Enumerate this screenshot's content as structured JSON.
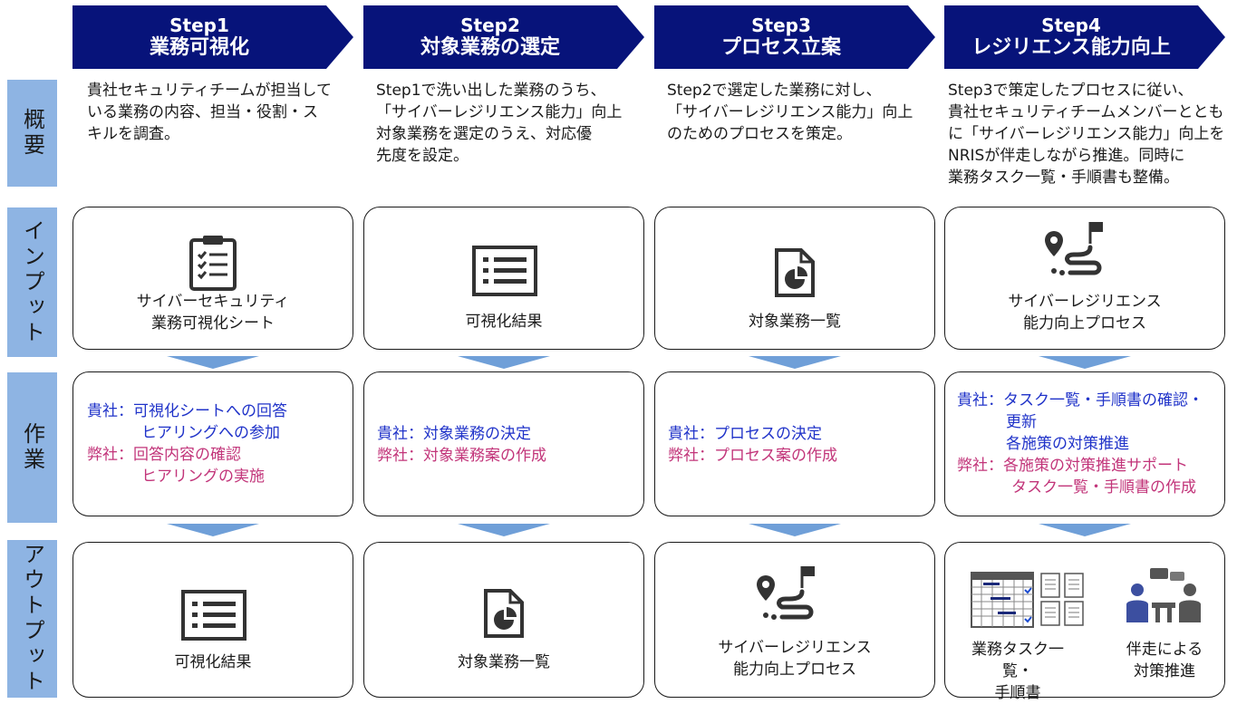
{
  "row_labels": [
    "概要",
    "インプット",
    "作業",
    "アウトプット"
  ],
  "steps": [
    {
      "num": "Step1",
      "name": "業務可視化",
      "overview": [
        "貴社セキュリティチームが担当して",
        "いる業務の内容、担当・役割・ス",
        "キルを調査。"
      ],
      "input": [
        "サイバーセキュリティ",
        "業務可視化シート"
      ],
      "work_client": [
        "貴社：可視化シートへの回答",
        "ヒアリングへの参加"
      ],
      "work_vendor": [
        "弊社：回答内容の確認",
        "ヒアリングの実施"
      ],
      "output": [
        "可視化結果"
      ]
    },
    {
      "num": "Step2",
      "name": "対象業務の選定",
      "overview": [
        "Step1で洗い出した業務のうち、",
        "「サイバーレジリエンス能力」向上",
        "対象業務を選定のうえ、対応優",
        "先度を設定。"
      ],
      "input": [
        "可視化結果"
      ],
      "work_client": [
        "貴社：対象業務の決定"
      ],
      "work_vendor": [
        "弊社：対象業務案の作成"
      ],
      "output": [
        "対象業務一覧"
      ]
    },
    {
      "num": "Step3",
      "name": "プロセス立案",
      "overview": [
        "Step2で選定した業務に対し、",
        "「サイバーレジリエンス能力」向上",
        "のためのプロセスを策定。"
      ],
      "input": [
        "対象業務一覧"
      ],
      "work_client": [
        "貴社：プロセスの決定"
      ],
      "work_vendor": [
        "弊社：プロセス案の作成"
      ],
      "output": [
        "サイバーレジリエンス",
        "能力向上プロセス"
      ]
    },
    {
      "num": "Step4",
      "name": "レジリエンス能力向上",
      "overview": [
        "Step3で策定したプロセスに従い、",
        "貴社セキュリティチームメンバーととも",
        "に「サイバーレジリエンス能力」向上を",
        "NRISが伴走しながら推進。同時に",
        "業務タスク一覧・手順書も整備。"
      ],
      "input": [
        "サイバーレジリエンス",
        "能力向上プロセス"
      ],
      "work_client": [
        "貴社：タスク一覧・手順書の確認・",
        "更新",
        "各施策の対策推進"
      ],
      "work_vendor": [
        "弊社：各施策の対策推進サポート",
        "タスク一覧・手順書の作成"
      ],
      "output_left": [
        "業務タスク一覧・",
        "手順書"
      ],
      "output_right": [
        "伴走による",
        "対策推進"
      ]
    }
  ],
  "icons": {
    "checklist": "clipboard-checklist-icon",
    "list": "list-document-icon",
    "report": "pie-chart-document-icon",
    "route": "route-map-pin-icon",
    "gantt": "task-table-icon",
    "team": "team-meeting-icon"
  },
  "colors": {
    "step_bg": "#07137a",
    "row_label_bg": "#8eb4e3",
    "client_text": "#2033c9",
    "vendor_text": "#c2357a",
    "arrow": "#6f9fd8"
  }
}
